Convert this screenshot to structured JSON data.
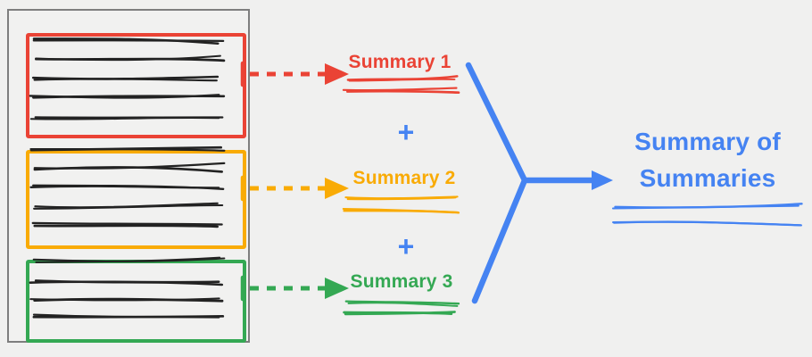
{
  "diagram": {
    "labels": {
      "summary1": "Summary 1",
      "summary2": "Summary 2",
      "summary3": "Summary 3",
      "plus": "+",
      "final_line1": "Summary of",
      "final_line2": "Summaries"
    },
    "colors": {
      "red": "#EA4335",
      "orange": "#F9AB05",
      "green": "#34A853",
      "blue": "#4583F2",
      "ink": "#222222",
      "frame_gray": "#7E7E7E",
      "background": "#F0F0EF"
    }
  }
}
